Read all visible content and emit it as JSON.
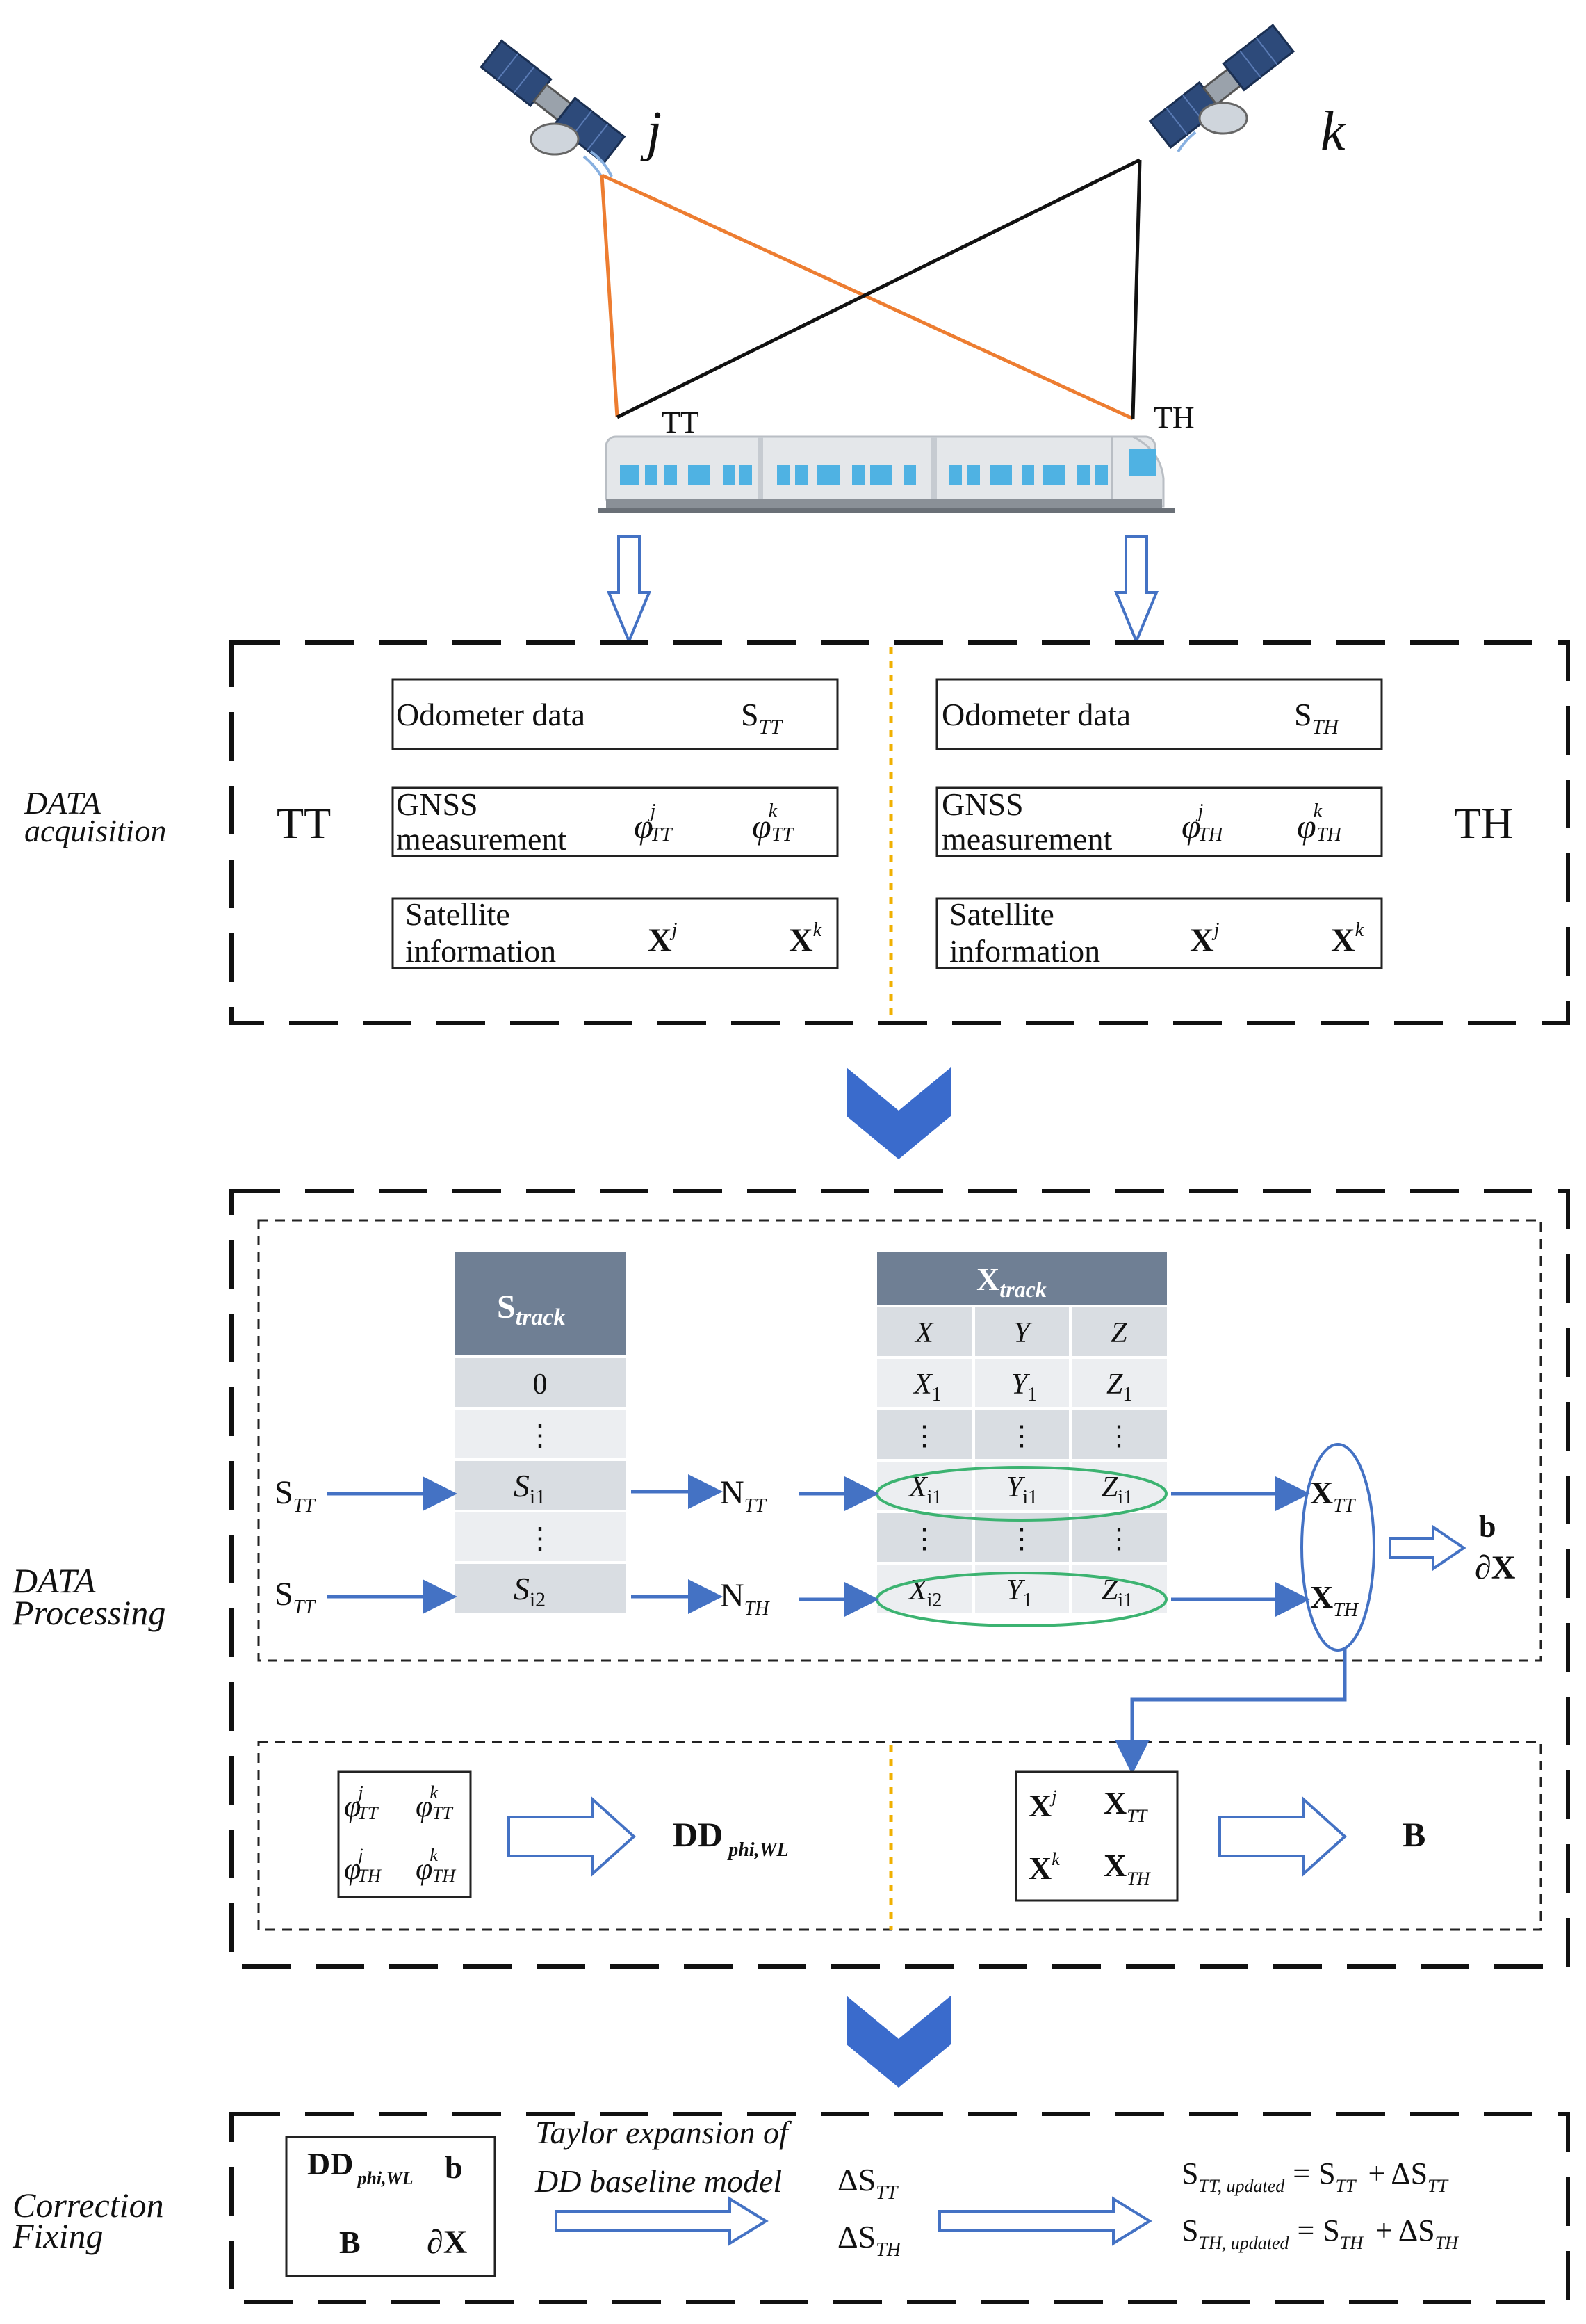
{
  "satellites": {
    "left": "j",
    "right": "k"
  },
  "antenna_labels": {
    "left": "TT",
    "right": "TH"
  },
  "acquisition": {
    "section_label_line1": "DATA",
    "section_label_line2": "acquisition",
    "left_side": "TT",
    "right_side": "TH",
    "odometer_label": "Odometer data",
    "odo_left_sym": "S",
    "odo_left_sub": "TT",
    "odo_right_sym": "S",
    "odo_right_sub": "TH",
    "gnss_line1": "GNSS",
    "gnss_line2": "measurement",
    "phi": "φ",
    "sup_j": "j",
    "sup_k": "k",
    "sub_tt": "TT",
    "sub_th": "TH",
    "sat_line1": "Satellite",
    "sat_line2": "information",
    "X": "X"
  },
  "processing": {
    "section_label_line1": "DATA",
    "section_label_line2": "Processing",
    "s_track_head": "S",
    "s_track_sub": "track",
    "s_track_rows": [
      "0",
      "⋮",
      "S",
      "⋮",
      "S"
    ],
    "s_sub_i1": "i1",
    "s_sub_i2": "i2",
    "x_track_head": "X",
    "x_track_sub": "track",
    "x_cols": [
      "X",
      "Y",
      "Z"
    ],
    "sub_1": "1",
    "vdots": "⋮",
    "sub_i1": "i1",
    "sub_i2": "i2",
    "input_S": "S",
    "in_sub_tt": "TT",
    "N": "N",
    "n_sub_tt": "TT",
    "n_sub_th": "TH",
    "out_X": "X",
    "out_sub_tt": "TT",
    "out_sub_th": "TH",
    "result_b": "b",
    "result_dX": "∂X",
    "dd_label": "DD",
    "dd_sub": "phi,WL",
    "B": "B"
  },
  "correction": {
    "section_label_line1": "Correction",
    "section_label_line2": "Fixing",
    "taylor_line1": "Taylor expansion of",
    "taylor_line2": "DD baseline model",
    "delta_S": "ΔS",
    "sub_tt": "TT",
    "sub_th": "TH",
    "updated_tt": "TT, updated",
    "updated_th": "TH, updated",
    "eq": "=",
    "plus": "+"
  },
  "colors": {
    "orange_line": "#ed7d31",
    "blue": "#4472c4",
    "chevron": "#3a6bcc",
    "orange_divider": "#f0b000",
    "green_ellipse": "#3cb371",
    "header": "#6f7f94"
  }
}
